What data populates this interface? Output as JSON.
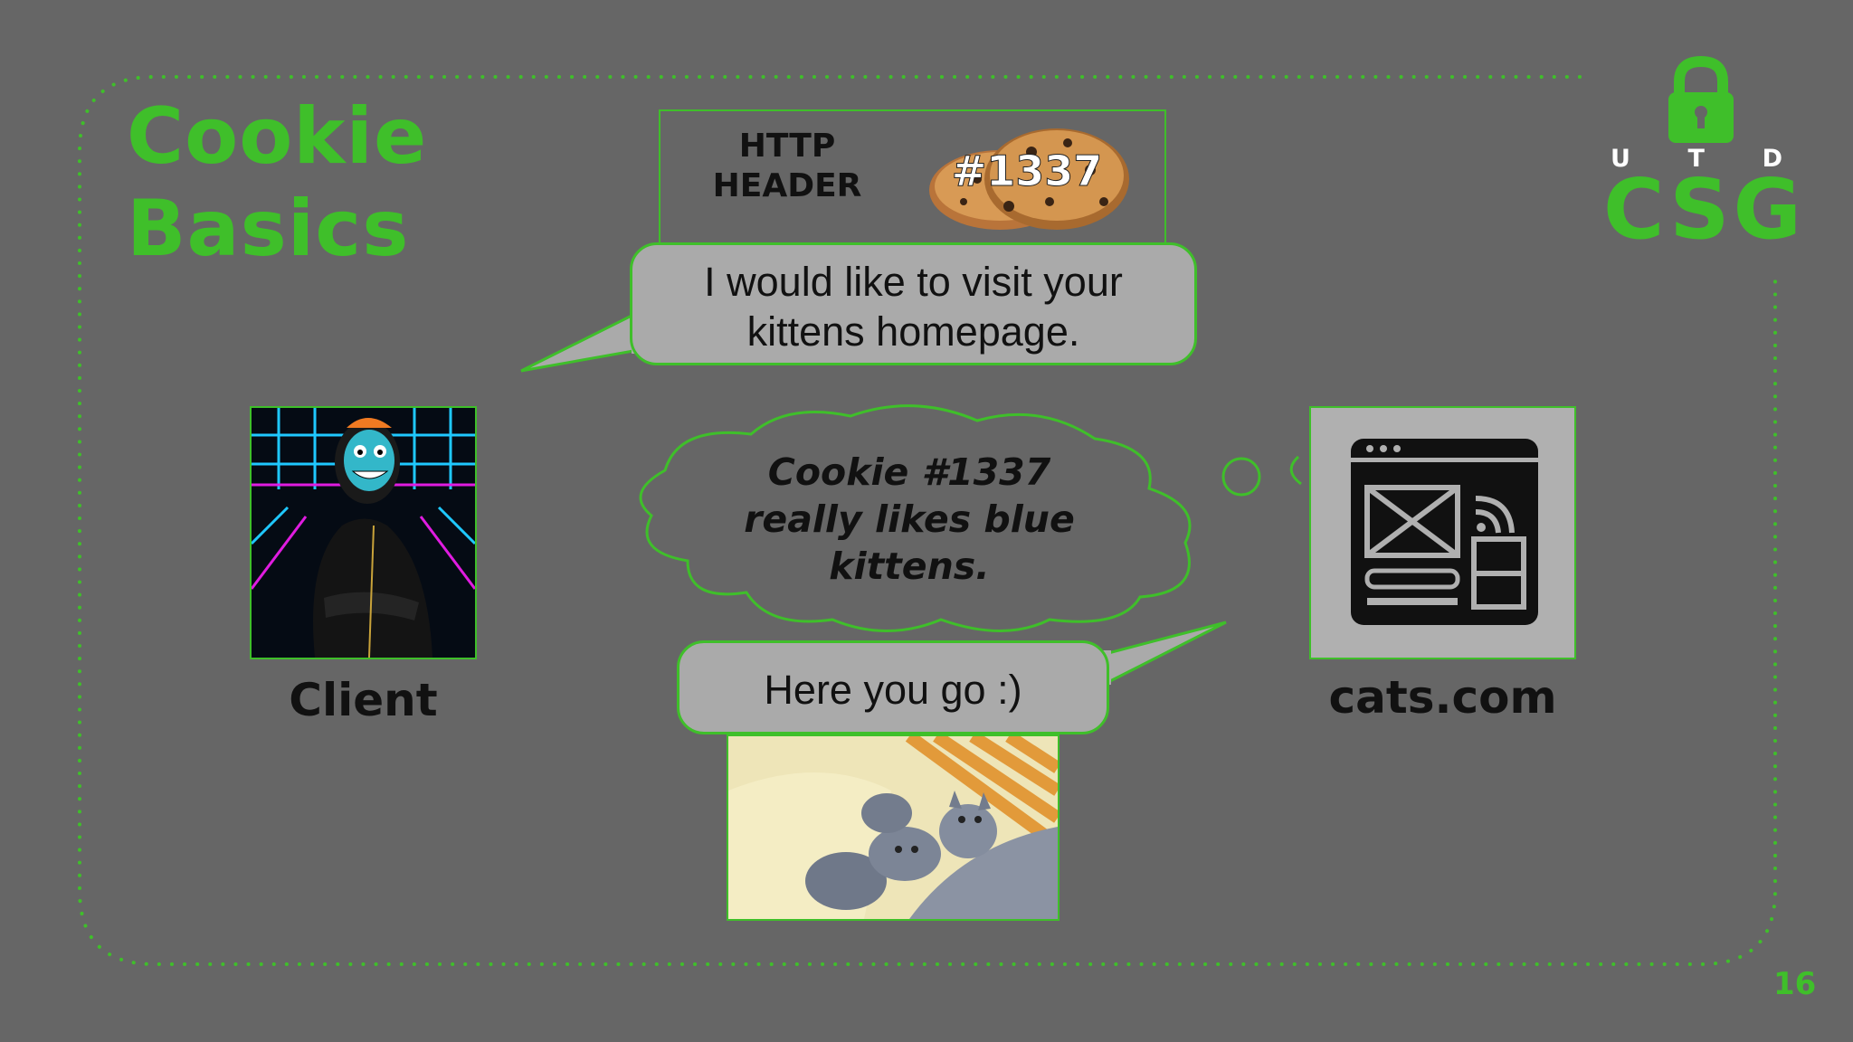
{
  "slide": {
    "title_line1": "Cookie",
    "title_line2": "Basics",
    "http_header_line1": "HTTP",
    "http_header_line2": "HEADER",
    "cookie_label": "#1337",
    "request_line1": "I would like to visit your",
    "request_line2": "kittens homepage.",
    "thought_line1": "Cookie #1337",
    "thought_line2": "really likes blue",
    "thought_line3": "kittens.",
    "response_text": "Here you go :)",
    "client_label": "Client",
    "server_label": "cats.com",
    "logo_letters": [
      "U",
      "T",
      "D"
    ],
    "logo_text": "CSG",
    "page_number": "16"
  },
  "colors": {
    "background": "#666666",
    "accent_green": "#3fbf2a",
    "bubble_gray": "#aaaaaa"
  },
  "icons": [
    "lock-icon",
    "website-icon",
    "cookie-image",
    "hacker-avatar",
    "kittens-photo"
  ]
}
